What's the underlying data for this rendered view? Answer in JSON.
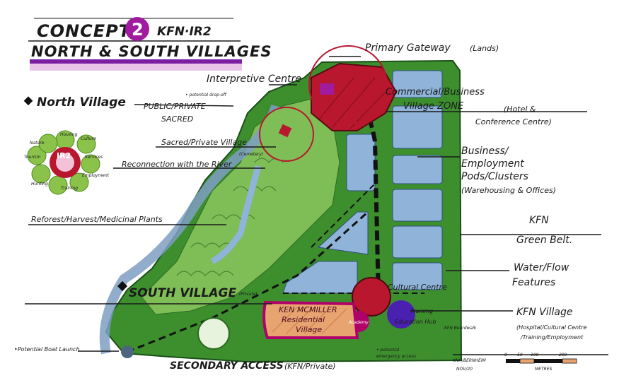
{
  "title": {
    "concept_prefix": "CONCEPT",
    "concept_number": "2",
    "concept_code": "KFN·IR2",
    "subtitle": "NORTH & SOUTH VILLAGES"
  },
  "labels": {
    "primary_gateway": "Primary Gateway",
    "primary_gateway_note": "(Lands)",
    "interpretive_centre": "Interpretive Centre",
    "potential_drop": "• potential drop-off",
    "north_village": "North Village",
    "public_private": "PUBLIC/PRIVATE",
    "sacred": "SACRED",
    "commercial_business": "Commercial/Business",
    "village_zone": "Village ZONE",
    "hotel_conference": "(Hotel &",
    "conference_centre": "Conference Centre)",
    "sacred_private_village": "Sacred/Private Village",
    "cemetery": "(Cemetery)",
    "reconnection_river": "Reconnection with the River",
    "business_employment_1": "Business/",
    "business_employment_2": "Employment",
    "business_employment_3": "Pods/Clusters",
    "business_employment_4": "(Warehousing & Offices)",
    "reforest": "Reforest/Harvest/Medicinal Plants",
    "kfn_green_belt_1": "KFN",
    "kfn_green_belt_2": "Green Belt.",
    "water_flow_1": "Water/Flow",
    "water_flow_2": "Features",
    "south_village": "SOUTH VILLAGE",
    "private": "(Private)",
    "cultural_centre": "Cultural Centre",
    "ken_mcmiller_1": "KEN MCMILLER",
    "ken_mcmiller_2": "Residential",
    "ken_mcmiller_3": "Village",
    "academy": "Academy",
    "training_1": "Training",
    "training_2": "Education Hub",
    "kfn_village": "KFN Village",
    "kfn_village_note_1": "(Hospital/Cultural Centre",
    "kfn_village_note_2": "/Training/Employment",
    "kfn_boardwalk": "KFN Boardwalk",
    "potential_boat_launch": "•Potential Boat Launch",
    "secondary_access": "SECONDARY ACCESS",
    "secondary_access_note": "(KFN/Private)",
    "potential_emergency_1": "• potential",
    "potential_emergency_2": "emergency access",
    "author": "KNH/BERNHEIM",
    "date": "NOV/20",
    "metres": "METRES",
    "scale_ticks": [
      "0",
      "50",
      "100",
      "200"
    ]
  },
  "legend_wheel": {
    "center": "IR2",
    "items": [
      "Housing",
      "Culture",
      "Services",
      "Employment",
      "Training",
      "Hunting",
      "Tourism",
      "Nature"
    ]
  },
  "colors": {
    "green_dark": "#2f8a2a",
    "green_mid": "#5fae3e",
    "green_light": "#9fcf6a",
    "water_blue": "#8fb3d9",
    "red": "#b8172e",
    "purple": "#7b1fa2",
    "magenta": "#b0006a",
    "highlight": "#e9c3e8",
    "orange": "#e8a470"
  }
}
